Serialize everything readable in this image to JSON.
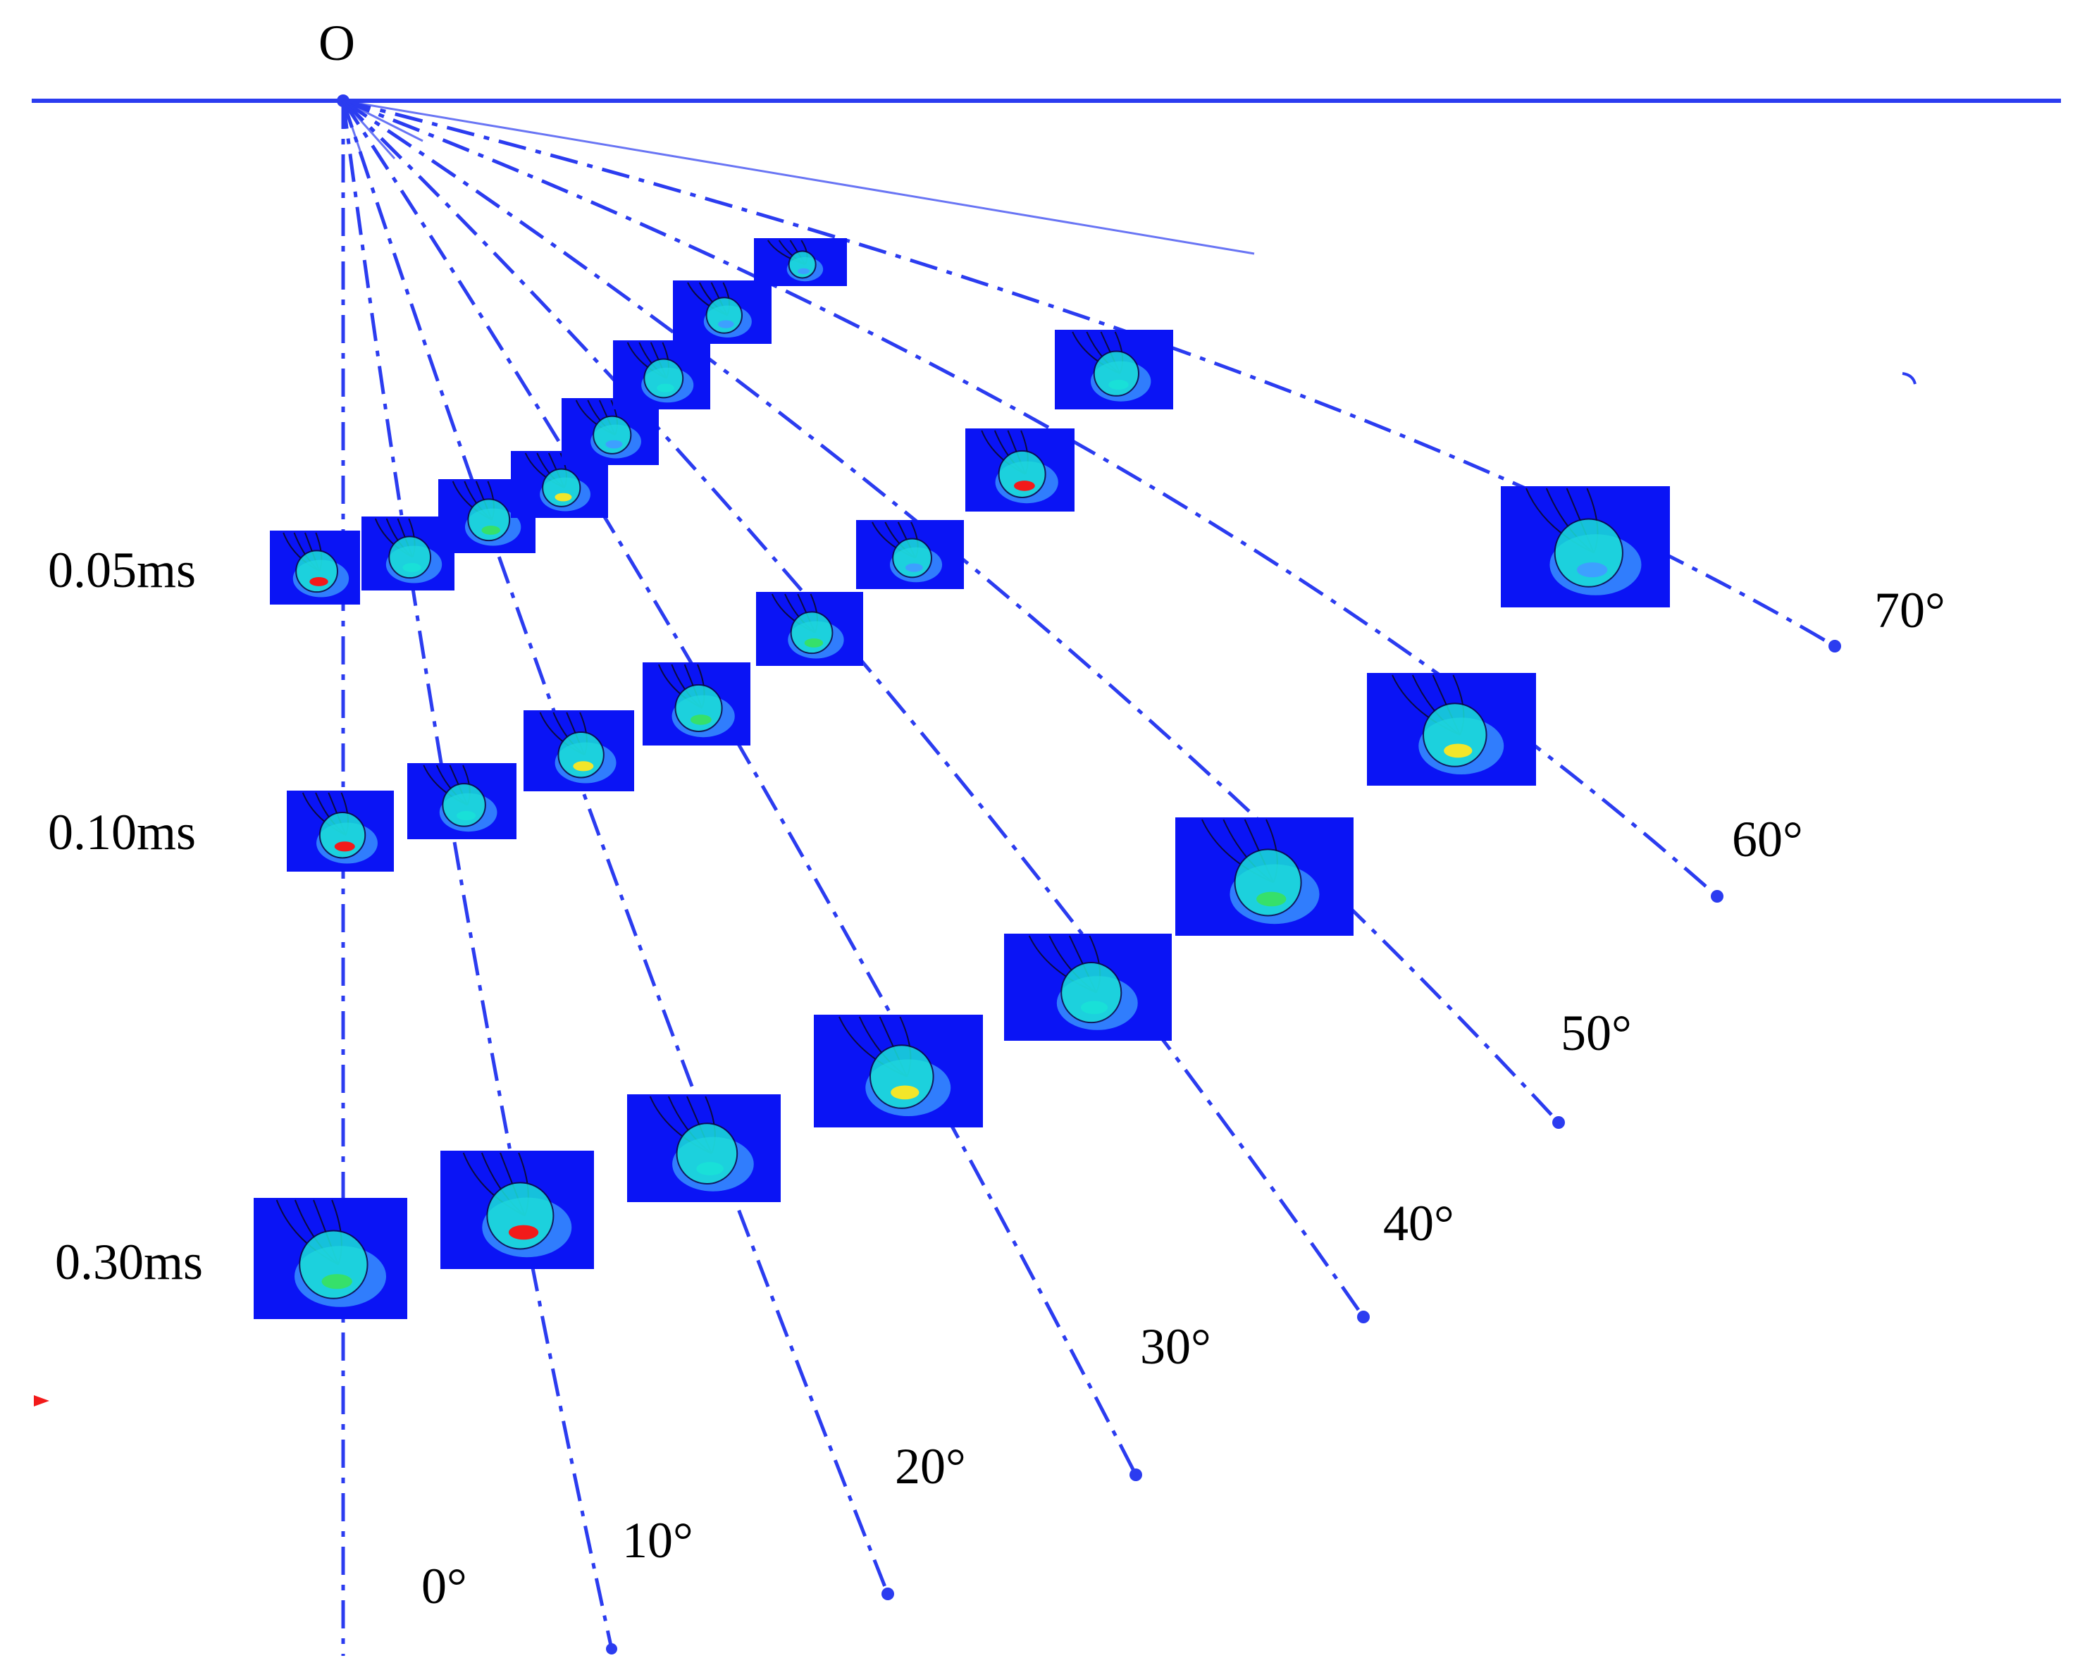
{
  "origin_label": "O",
  "time_labels": [
    "0.05ms",
    "0.10ms",
    "0.30ms"
  ],
  "angles": [
    {
      "deg": 0,
      "label": "0°"
    },
    {
      "deg": 10,
      "label": "10°"
    },
    {
      "deg": 20,
      "label": "20°"
    },
    {
      "deg": 30,
      "label": "30°"
    },
    {
      "deg": 40,
      "label": "40°"
    },
    {
      "deg": 50,
      "label": "50°"
    },
    {
      "deg": 60,
      "label": "60°"
    },
    {
      "deg": 70,
      "label": "70°"
    }
  ],
  "colors": {
    "line": "#2b3cf0",
    "panel_bg": "#0a14f5",
    "contour_light": "#3da0ff",
    "contour_cyan": "#19e0d8",
    "contour_green": "#36e06a",
    "contour_yellow": "#f2e62a",
    "contour_red": "#f21a1a",
    "marker": "#f21a1a"
  }
}
